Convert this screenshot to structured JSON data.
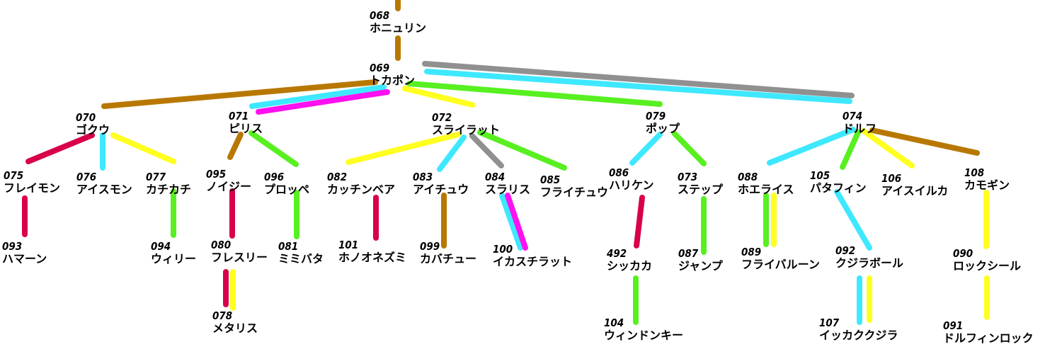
{
  "title": "Evolution tree",
  "colors": {
    "brown": "#b87800",
    "cyan": "#3ee8ff",
    "gray": "#909090",
    "magenta": "#ff10f0",
    "yellow": "#ffff20",
    "green": "#58f020",
    "crimson": "#d8004a"
  },
  "nodes": [
    {
      "id": "068",
      "name": "ホニュリン"
    },
    {
      "id": "069",
      "name": "トカポン"
    },
    {
      "id": "070",
      "name": "ゴクウ"
    },
    {
      "id": "071",
      "name": "ピリス"
    },
    {
      "id": "072",
      "name": "スライラット"
    },
    {
      "id": "079",
      "name": "ポップ"
    },
    {
      "id": "074",
      "name": "ドルフ"
    },
    {
      "id": "075",
      "name": "フレイモン"
    },
    {
      "id": "076",
      "name": "アイスモン"
    },
    {
      "id": "077",
      "name": "カチカチ"
    },
    {
      "id": "095",
      "name": "ノイジー"
    },
    {
      "id": "096",
      "name": "プロッペ"
    },
    {
      "id": "082",
      "name": "カッチンベア"
    },
    {
      "id": "083",
      "name": "アイチュウ"
    },
    {
      "id": "084",
      "name": "スラリス"
    },
    {
      "id": "085",
      "name": "フライチュウ"
    },
    {
      "id": "086",
      "name": "ハリケン"
    },
    {
      "id": "073",
      "name": "ステップ"
    },
    {
      "id": "088",
      "name": "ホエライス"
    },
    {
      "id": "105",
      "name": "パタフィン"
    },
    {
      "id": "106",
      "name": "アイスイルカ"
    },
    {
      "id": "108",
      "name": "カモギン"
    },
    {
      "id": "093",
      "name": "ハマーン"
    },
    {
      "id": "094",
      "name": "ウィリー"
    },
    {
      "id": "080",
      "name": "フレスリー"
    },
    {
      "id": "081",
      "name": "ミミバタ"
    },
    {
      "id": "101",
      "name": "ホノオネズミ"
    },
    {
      "id": "099",
      "name": "カバチュー"
    },
    {
      "id": "100",
      "name": "イカスチラット"
    },
    {
      "id": "492",
      "name": "シッカカ"
    },
    {
      "id": "087",
      "name": "ジャンプ"
    },
    {
      "id": "089",
      "name": "フライバルーン"
    },
    {
      "id": "092",
      "name": "クジラボール"
    },
    {
      "id": "090",
      "name": "ロックシール"
    },
    {
      "id": "078",
      "name": "メタリス"
    },
    {
      "id": "104",
      "name": "ウィンドンキー"
    },
    {
      "id": "107",
      "name": "イッカククジラ"
    },
    {
      "id": "091",
      "name": "ドルフィンロック"
    }
  ],
  "edges": [
    {
      "from": "?",
      "to": "068",
      "color": "brown"
    },
    {
      "from": "068",
      "to": "069",
      "color": "brown"
    },
    {
      "from": "069",
      "to": "070",
      "color": "brown"
    },
    {
      "from": "069",
      "to": "071",
      "color": "cyan"
    },
    {
      "from": "069",
      "to": "071",
      "color": "magenta"
    },
    {
      "from": "069",
      "to": "072",
      "color": "yellow"
    },
    {
      "from": "069",
      "to": "079",
      "color": "green"
    },
    {
      "from": "069",
      "to": "074",
      "color": "gray"
    },
    {
      "from": "069",
      "to": "074",
      "color": "cyan"
    },
    {
      "from": "070",
      "to": "075",
      "color": "crimson"
    },
    {
      "from": "070",
      "to": "076",
      "color": "cyan"
    },
    {
      "from": "070",
      "to": "077",
      "color": "yellow"
    },
    {
      "from": "071",
      "to": "095",
      "color": "brown"
    },
    {
      "from": "071",
      "to": "096",
      "color": "green"
    },
    {
      "from": "072",
      "to": "082",
      "color": "yellow"
    },
    {
      "from": "072",
      "to": "083",
      "color": "cyan"
    },
    {
      "from": "072",
      "to": "084",
      "color": "gray"
    },
    {
      "from": "072",
      "to": "085",
      "color": "green"
    },
    {
      "from": "079",
      "to": "086",
      "color": "cyan"
    },
    {
      "from": "079",
      "to": "073",
      "color": "green"
    },
    {
      "from": "074",
      "to": "088",
      "color": "cyan"
    },
    {
      "from": "074",
      "to": "105",
      "color": "green"
    },
    {
      "from": "074",
      "to": "106",
      "color": "yellow"
    },
    {
      "from": "074",
      "to": "108",
      "color": "brown"
    },
    {
      "from": "075",
      "to": "093",
      "color": "crimson"
    },
    {
      "from": "077",
      "to": "094",
      "color": "green"
    },
    {
      "from": "095",
      "to": "080",
      "color": "crimson"
    },
    {
      "from": "096",
      "to": "081",
      "color": "green"
    },
    {
      "from": "082",
      "to": "101",
      "color": "crimson"
    },
    {
      "from": "083",
      "to": "099",
      "color": "brown"
    },
    {
      "from": "084",
      "to": "100",
      "color": "cyan"
    },
    {
      "from": "084",
      "to": "100",
      "color": "magenta"
    },
    {
      "from": "086",
      "to": "492",
      "color": "crimson"
    },
    {
      "from": "073",
      "to": "087",
      "color": "green"
    },
    {
      "from": "088",
      "to": "089",
      "color": "green"
    },
    {
      "from": "088",
      "to": "089",
      "color": "yellow"
    },
    {
      "from": "105",
      "to": "092",
      "color": "cyan"
    },
    {
      "from": "108",
      "to": "090",
      "color": "yellow"
    },
    {
      "from": "080",
      "to": "078",
      "color": "crimson"
    },
    {
      "from": "080",
      "to": "078",
      "color": "yellow"
    },
    {
      "from": "492",
      "to": "104",
      "color": "green"
    },
    {
      "from": "092",
      "to": "107",
      "color": "cyan"
    },
    {
      "from": "092",
      "to": "107",
      "color": "yellow"
    },
    {
      "from": "090",
      "to": "091",
      "color": "yellow"
    }
  ]
}
